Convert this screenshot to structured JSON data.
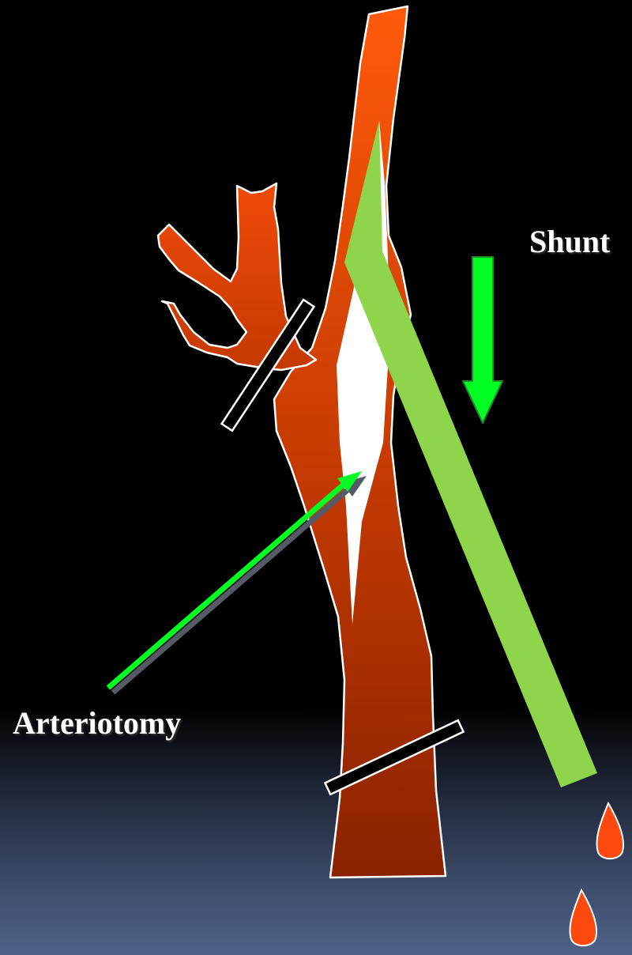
{
  "labels": {
    "shunt": "Shunt",
    "arteriotomy": "Arteriotomy"
  },
  "colors": {
    "background_top": "#000000",
    "background_bottom": "#4e6289",
    "artery_light": "#ff5a0a",
    "artery_dark": "#8a2200",
    "arteriotomy": "#ffffff",
    "shunt_tube": "#8fd54c",
    "arrow": "#00ff22",
    "clamp": "#000000",
    "blood_drop": "#ff4a0f"
  },
  "icons": {
    "shunt_arrow": "down-arrow",
    "arteriotomy_arrow": "diagonal-arrow",
    "drops": "blood-drop"
  }
}
